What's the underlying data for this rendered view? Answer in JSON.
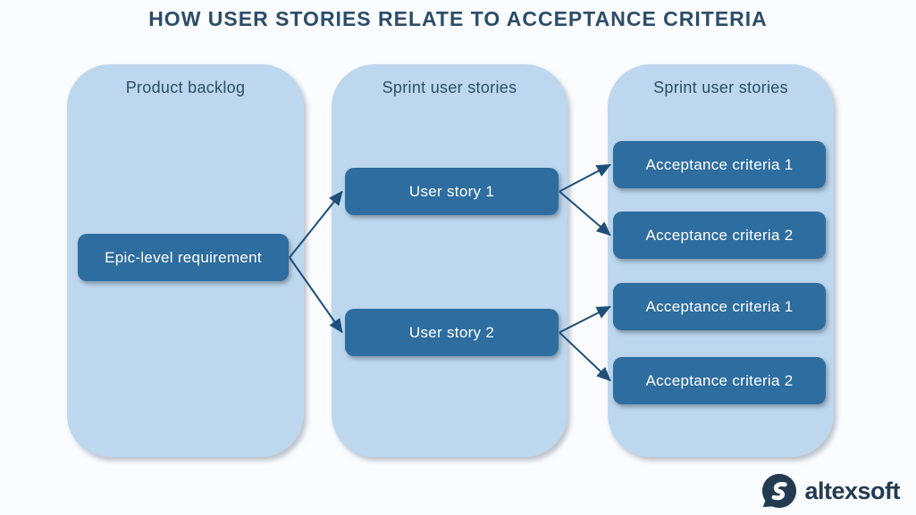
{
  "title": "HOW USER STORIES RELATE TO ACCEPTANCE CRITERIA",
  "diagram": {
    "columns": [
      {
        "id": "backlog",
        "header": "Product backlog"
      },
      {
        "id": "stories",
        "header": "Sprint user stories"
      },
      {
        "id": "criteria",
        "header": "Sprint user stories"
      }
    ],
    "nodes": [
      {
        "id": "epic",
        "label": "Epic-level requirement",
        "column": "backlog"
      },
      {
        "id": "us1",
        "label": "User story 1",
        "column": "stories"
      },
      {
        "id": "us2",
        "label": "User story 2",
        "column": "stories"
      },
      {
        "id": "ac1",
        "label": "Acceptance criteria 1",
        "column": "criteria"
      },
      {
        "id": "ac2",
        "label": "Acceptance criteria 2",
        "column": "criteria"
      },
      {
        "id": "ac3",
        "label": "Acceptance criteria 1",
        "column": "criteria"
      },
      {
        "id": "ac4",
        "label": "Acceptance criteria 2",
        "column": "criteria"
      }
    ],
    "edges": [
      {
        "from": "epic",
        "to": "us1"
      },
      {
        "from": "epic",
        "to": "us2"
      },
      {
        "from": "us1",
        "to": "ac1"
      },
      {
        "from": "us1",
        "to": "ac2"
      },
      {
        "from": "us2",
        "to": "ac3"
      },
      {
        "from": "us2",
        "to": "ac4"
      }
    ]
  },
  "colors": {
    "background": "#FAFCFF",
    "column_fill": "#BDD7EE",
    "node_fill": "#2E6D9F",
    "node_text": "#FFFFFF",
    "heading_text": "#2C4D68",
    "arrow": "#1F4E79",
    "logo_navy": "#233B51"
  },
  "footer": {
    "brand": "altexsoft",
    "logo_icon": "altexsoft-bubble-icon"
  }
}
